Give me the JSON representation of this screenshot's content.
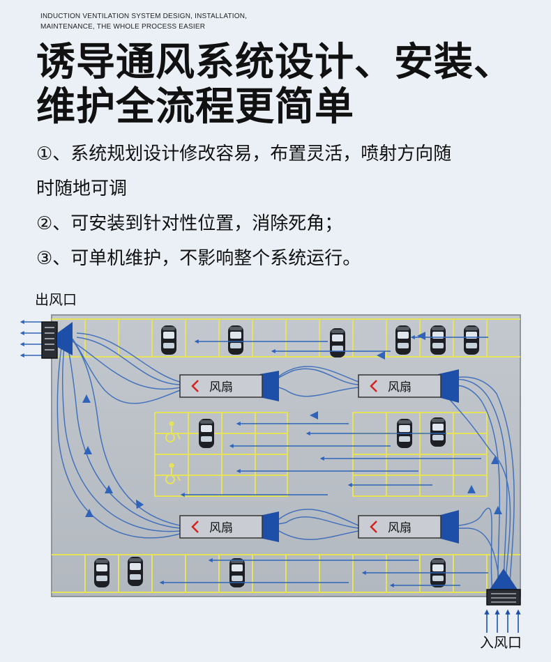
{
  "header": {
    "eyebrow_line1": "INDUCTION VENTILATION SYSTEM DESIGN, INSTALLATION,",
    "eyebrow_line2": "MAINTENANCE, THE WHOLE PROCESS EASIER",
    "title_line1": "诱导通风系统设计、安装、",
    "title_line2": "维护全流程更简单"
  },
  "points": [
    "①、系统规划设计修改容易，布置灵活，喷射方向随",
    "时随地可调",
    "②、可安装到针对性位置，消除死角；",
    "③、可单机维护，不影响整个系统运行。"
  ],
  "diagram": {
    "outlet_label": "出风口",
    "inlet_label": "入风口",
    "fan_label": "风扇",
    "fans": [
      {
        "name": "fan-top-left"
      },
      {
        "name": "fan-top-right"
      },
      {
        "name": "fan-bottom-left"
      },
      {
        "name": "fan-bottom-right"
      }
    ],
    "colors": {
      "floor": "#b9bfc6",
      "lot_border": "#8d949c",
      "parking_lines": "#e6e35a",
      "airflow": "#2f64b8",
      "fan_box": "#c9cdd3"
    },
    "icons": [
      "car-icon",
      "wheelchair-icon",
      "arrow-left-icon",
      "exhaust-vent-icon",
      "intake-vent-icon"
    ]
  }
}
